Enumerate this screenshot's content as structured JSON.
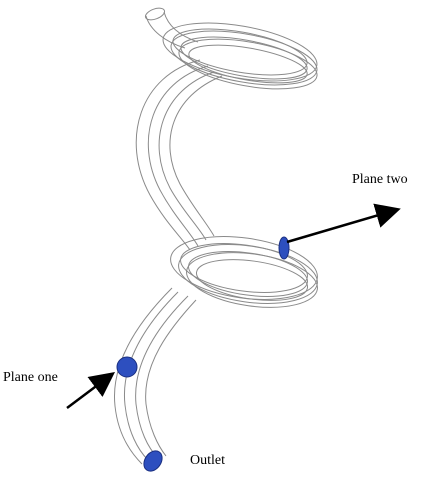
{
  "labels": {
    "plane_two": "Plane two",
    "plane_one": "Plane one",
    "outlet": "Outlet"
  },
  "colors": {
    "tube_stroke": "#8a8a8a",
    "marker_fill": "#2d4fbf",
    "marker_stroke": "#1a2f80",
    "arrow": "#000000"
  }
}
